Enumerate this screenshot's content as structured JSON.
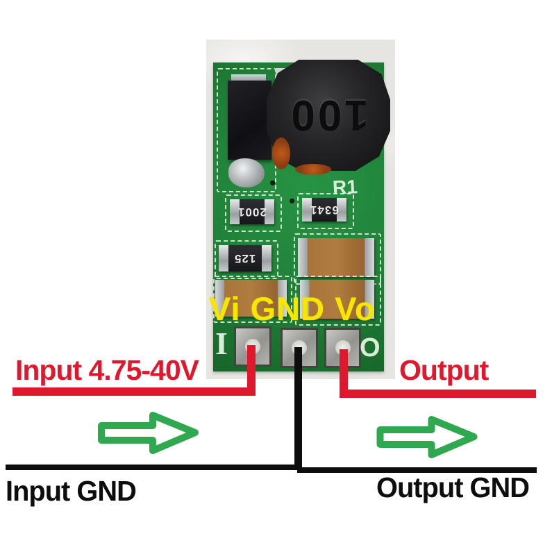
{
  "pcb": {
    "board_color": "#1f8038",
    "silkscreen_color": "#d9ecd7",
    "ref_designator": "R1",
    "inductor_label": "100",
    "resistor_labels": [
      "2001",
      "6341",
      "125"
    ],
    "pad_left_mark": "I",
    "pad_right_mark": "O"
  },
  "overlay": {
    "pinout_label": "Vi GND Vo",
    "pinout_color": "#f7e600"
  },
  "annotations": {
    "input_label": "Input 4.75-40V",
    "output_label": "Output",
    "input_gnd_label": "Input GND",
    "output_gnd_label": "Output GND",
    "accent_red": "#e0182d",
    "accent_black": "#0d0d0d",
    "arrow_green": "#2fa84f"
  }
}
